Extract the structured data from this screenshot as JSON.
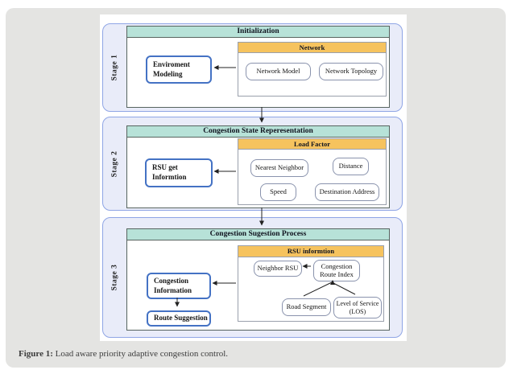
{
  "figure": {
    "caption_label": "Figure 1:",
    "caption_text": " Load aware priority adaptive congestion control.",
    "stages": [
      {
        "label": "Stage 1",
        "header": "Initialization",
        "process_boxes": [
          "Enviroment\nModeling"
        ],
        "sub_box": {
          "header": "Network",
          "items": [
            "Network Model",
            "Network Topology"
          ]
        }
      },
      {
        "label": "Stage 2",
        "header": "Congestion State Reperesentation",
        "process_boxes": [
          "RSU get\nInformtion"
        ],
        "sub_box": {
          "header": "Load Factor",
          "items": [
            "Nearest Neighbor",
            "Distance",
            "Speed",
            "Destination Address"
          ]
        }
      },
      {
        "label": "Stage 3",
        "header": "Congestion Sugestion Process",
        "process_boxes": [
          "Congestion\nInformation",
          "Route Suggestion"
        ],
        "sub_box": {
          "header": "RSU informtion",
          "items": [
            "Neighbor RSU",
            "Congestion\nRoute Index",
            "Road Segment",
            "Level of Service\n(LOS)"
          ]
        }
      }
    ]
  },
  "colors": {
    "page_background": "#ffffff",
    "panel_background": "#e4e4e2",
    "stage_fill": "#e9ecf9",
    "stage_border": "#8fa5e5",
    "stage_header_fill": "#b7e2d8",
    "sub_header_fill": "#f6c35e",
    "process_box_border": "#4472c4",
    "content_border": "#57645f",
    "connector": "#222222"
  }
}
